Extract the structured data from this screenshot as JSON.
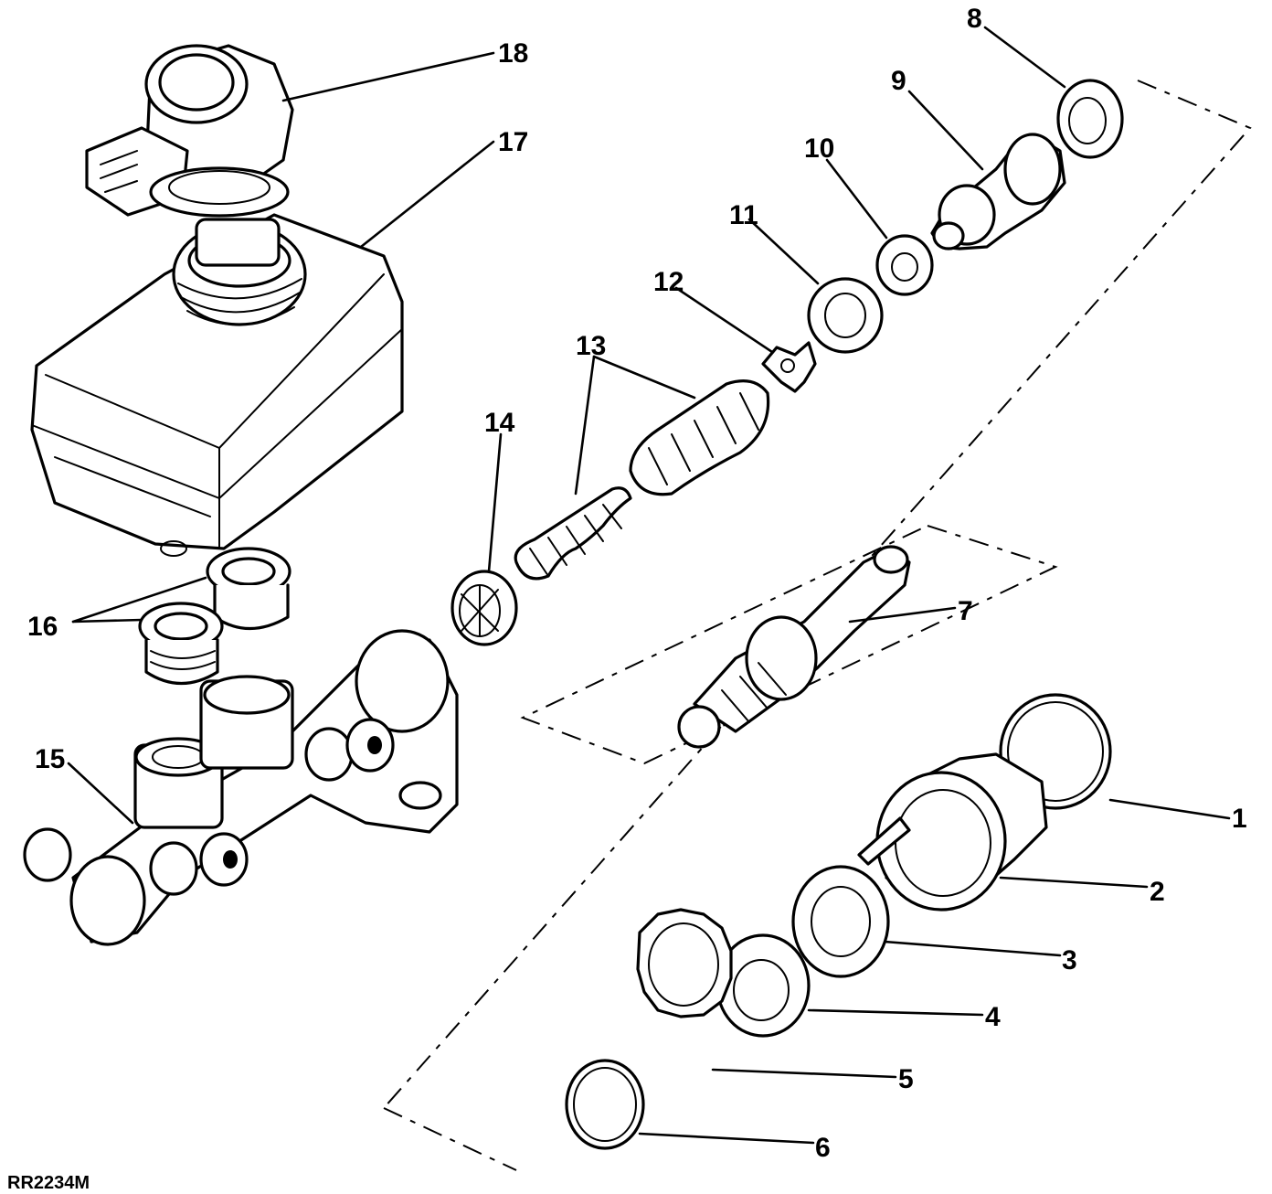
{
  "diagram": {
    "reference": "RR2234M",
    "callouts": [
      {
        "id": "1",
        "text": "1"
      },
      {
        "id": "2",
        "text": "2"
      },
      {
        "id": "3",
        "text": "3"
      },
      {
        "id": "4",
        "text": "4"
      },
      {
        "id": "5",
        "text": "5"
      },
      {
        "id": "6",
        "text": "6"
      },
      {
        "id": "7",
        "text": "7"
      },
      {
        "id": "8",
        "text": "8"
      },
      {
        "id": "9",
        "text": "9"
      },
      {
        "id": "10",
        "text": "10"
      },
      {
        "id": "11",
        "text": "11"
      },
      {
        "id": "12",
        "text": "12"
      },
      {
        "id": "13",
        "text": "13"
      },
      {
        "id": "14",
        "text": "14"
      },
      {
        "id": "15",
        "text": "15"
      },
      {
        "id": "16",
        "text": "16"
      },
      {
        "id": "17",
        "text": "17"
      },
      {
        "id": "18",
        "text": "18"
      }
    ]
  }
}
